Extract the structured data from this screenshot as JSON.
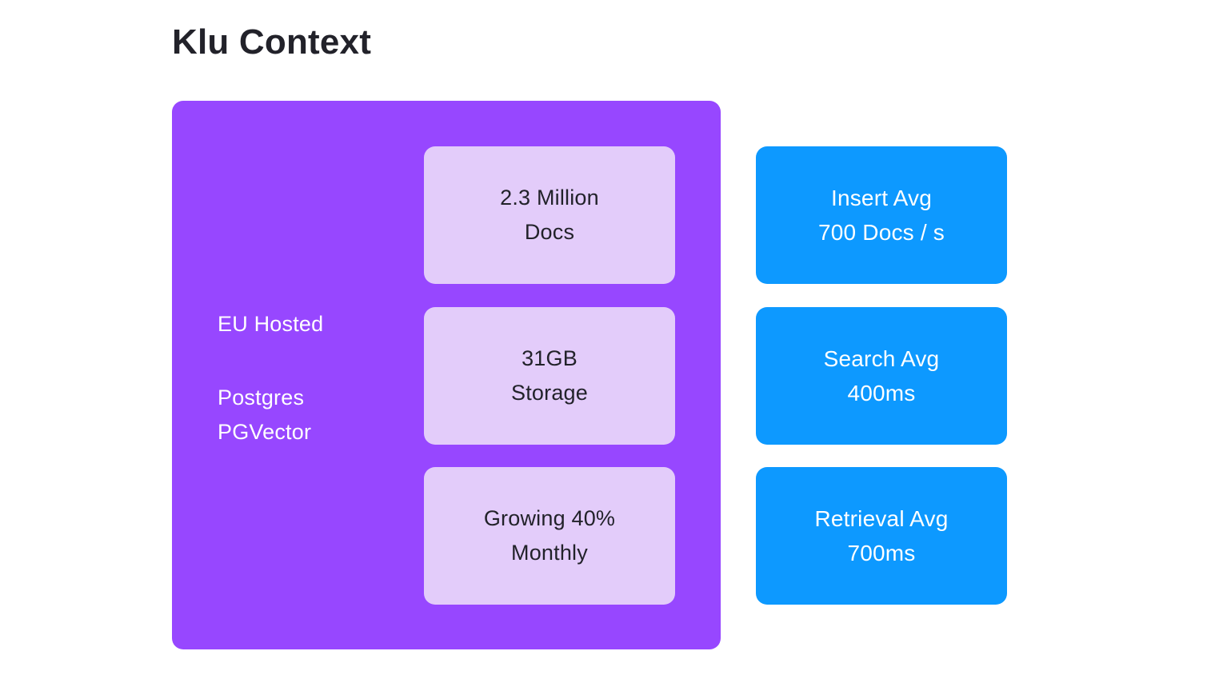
{
  "title": "Klu Context",
  "colors": {
    "background": "#ffffff",
    "purple": "#9747ff",
    "light_purple": "#e3ccfa",
    "blue": "#0d99ff",
    "dark_text": "#22222a",
    "white_text": "#ffffff"
  },
  "purple_panel": {
    "host_label": "EU Hosted",
    "stack_labels": {
      "line1": "Postgres",
      "line2": "PGVector"
    },
    "cards": [
      {
        "line1": "2.3 Million",
        "line2": "Docs"
      },
      {
        "line1": "31GB",
        "line2": "Storage"
      },
      {
        "line1": "Growing 40%",
        "line2": "Monthly"
      }
    ]
  },
  "metric_cards": [
    {
      "line1": "Insert Avg",
      "line2": "700 Docs / s"
    },
    {
      "line1": "Search Avg",
      "line2": "400ms"
    },
    {
      "line1": "Retrieval Avg",
      "line2": "700ms"
    }
  ]
}
